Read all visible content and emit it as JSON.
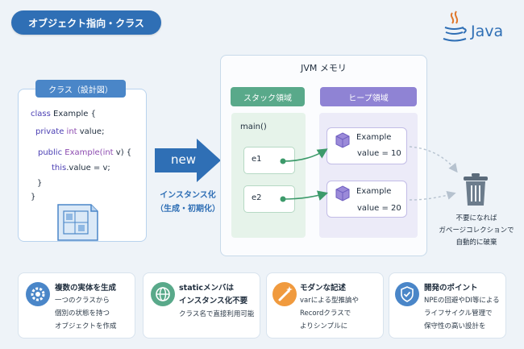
{
  "title": "オブジェクト指向・クラス",
  "logo": {
    "text": "Java",
    "icon": "coffee-cup-icon"
  },
  "class_card": {
    "label": "クラス（設計図）",
    "code": {
      "l1_kw": "class",
      "l1_rest": " Example {",
      "l2_kw": "private",
      "l2_ty": " int",
      "l2_rest": " value;",
      "l3_kw": "public",
      "l3_rest": " Example(",
      "l3_ty": "int",
      "l3_end": " v) {",
      "l4_kw": "this",
      "l4_rest": ".value = v;",
      "l5": "}",
      "l6": "}"
    }
  },
  "new_arrow": {
    "label": "new",
    "caption_line1": "インスタンス化",
    "caption_line2": "（生成・初期化）"
  },
  "jvm": {
    "title": "JVM メモリ",
    "stack_label": "スタック領域",
    "heap_label": "ヒープ領域",
    "frame": "main()",
    "vars": [
      "e1",
      "e2"
    ],
    "objects": [
      {
        "name": "Example",
        "value": "value = 10"
      },
      {
        "name": "Example",
        "value": "value = 20"
      }
    ]
  },
  "gc": {
    "line1": "不要になれば",
    "line2": "ガベージコレクションで",
    "line3": "自動的に破棄",
    "icon": "trash-icon"
  },
  "cards": [
    {
      "icon": "gear-icon",
      "title": "複数の実体を生成",
      "lines": [
        "一つのクラスから",
        "個別の状態を持つ",
        "オブジェクトを作成"
      ]
    },
    {
      "icon": "globe-icon",
      "title": "staticメンバは",
      "title2": "インスタンス化不要",
      "lines": [
        "クラス名で直接利用可能"
      ]
    },
    {
      "icon": "magic-wand-icon",
      "title": "モダンな記述",
      "lines": [
        "varによる型推論や",
        "Recordクラスで",
        "よりシンプルに"
      ]
    },
    {
      "icon": "shield-check-icon",
      "title": "開発のポイント",
      "lines": [
        "NPEの回避やDI等による",
        "ライフサイクル管理で",
        "保守性の高い設計を"
      ]
    }
  ],
  "colors": {
    "primary": "#2f6fb5",
    "stack": "#59a98a",
    "heap": "#8f83d4",
    "arrow": "#3c9a6a"
  }
}
